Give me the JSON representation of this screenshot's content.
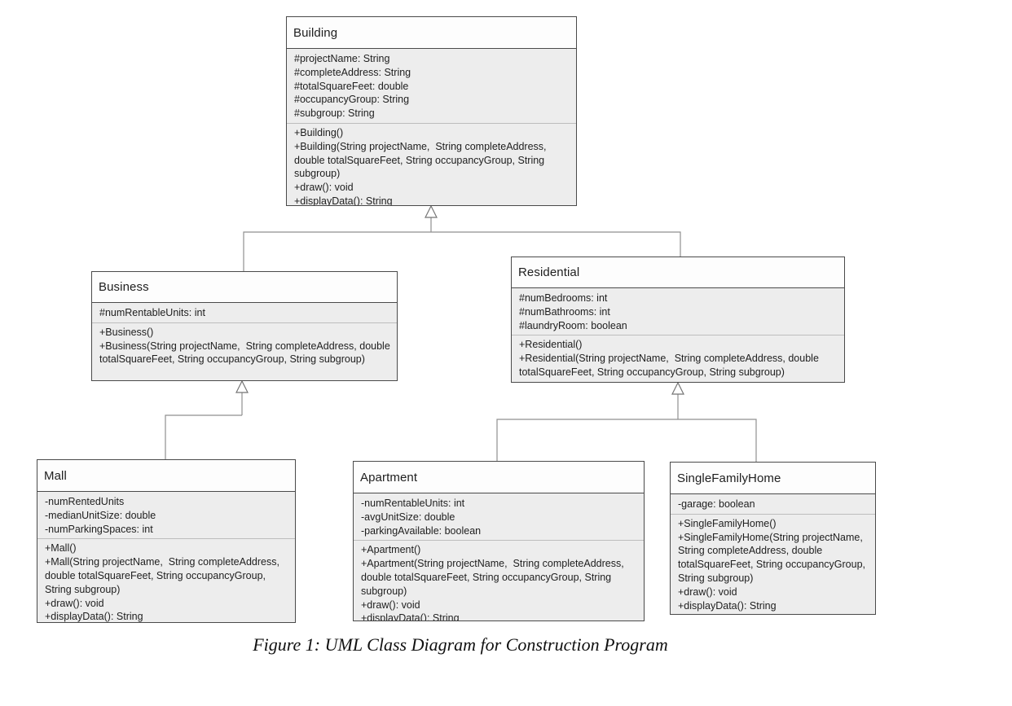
{
  "figure": {
    "caption": "Figure 1: UML Class Diagram for Construction Program"
  },
  "diagram_type": "uml-class-diagram",
  "classes": [
    {
      "name": "Building",
      "attributes": [
        "#projectName: String",
        "#completeAddress: String",
        "#totalSquareFeet: double",
        "#occupancyGroup: String",
        "#subgroup: String"
      ],
      "methods": [
        "+Building()",
        "+Building(String projectName,  String completeAddress, double totalSquareFeet, String occupancyGroup, String subgroup)",
        "+draw(): void",
        "+displayData(): String"
      ]
    },
    {
      "name": "Business",
      "attributes": [
        "#numRentableUnits: int"
      ],
      "methods": [
        "+Business()",
        "+Business(String projectName,  String completeAddress, double totalSquareFeet, String occupancyGroup, String subgroup)"
      ]
    },
    {
      "name": "Residential",
      "attributes": [
        "#numBedrooms: int",
        "#numBathrooms: int",
        "#laundryRoom: boolean"
      ],
      "methods": [
        "+Residential()",
        "+Residential(String projectName,  String completeAddress, double totalSquareFeet, String occupancyGroup, String subgroup)"
      ]
    },
    {
      "name": "Mall",
      "attributes": [
        "-numRentedUnits",
        "-medianUnitSize: double",
        "-numParkingSpaces: int"
      ],
      "methods": [
        "+Mall()",
        "+Mall(String projectName,  String completeAddress, double totalSquareFeet, String occupancyGroup, String subgroup)",
        "+draw(): void",
        "+displayData(): String"
      ]
    },
    {
      "name": "Apartment",
      "attributes": [
        "-numRentableUnits: int",
        "-avgUnitSize: double",
        "-parkingAvailable: boolean"
      ],
      "methods": [
        "+Apartment()",
        "+Apartment(String projectName,  String completeAddress, double totalSquareFeet, String occupancyGroup, String subgroup)",
        "+draw(): void",
        "+displayData(): String"
      ]
    },
    {
      "name": "SingleFamilyHome",
      "attributes": [
        "-garage: boolean"
      ],
      "methods": [
        "+SingleFamilyHome()",
        "+SingleFamilyHome(String projectName, String completeAddress, double totalSquareFeet, String occupancyGroup, String subgroup)",
        "+draw(): void",
        "+displayData(): String"
      ]
    }
  ],
  "relationships": [
    {
      "type": "generalization",
      "parent": "Building",
      "children": [
        "Business",
        "Residential"
      ]
    },
    {
      "type": "generalization",
      "parent": "Business",
      "children": [
        "Mall"
      ]
    },
    {
      "type": "generalization",
      "parent": "Residential",
      "children": [
        "Apartment",
        "SingleFamilyHome"
      ]
    }
  ],
  "colors": {
    "box_border": "#4a4a4a",
    "header_fill": "#fdfdfd",
    "body_fill": "#ededed",
    "divider": "#bdbdbd",
    "connector": "#8f8f8f",
    "text": "#1e1e1e",
    "background": "#ffffff"
  }
}
